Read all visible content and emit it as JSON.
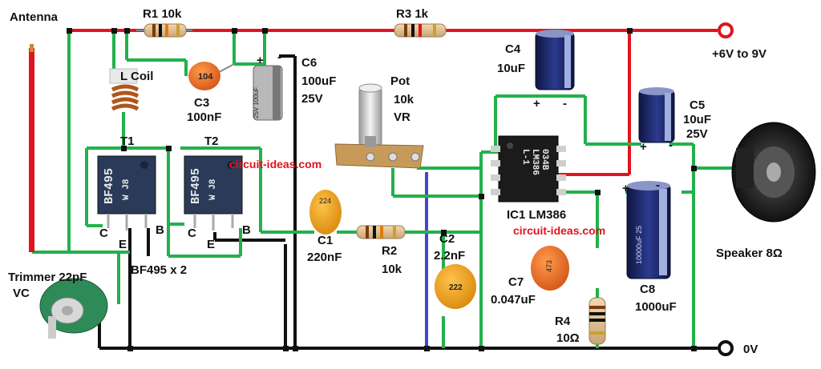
{
  "title": "",
  "labels": {
    "antenna": "Antenna",
    "r1": "R1 10k",
    "r3": "R3 1k",
    "supply": "+6V to 9V",
    "ground": "0V",
    "lcoil": "L Coil",
    "c3_name": "C3",
    "c3_value": "100nF",
    "c6_name": "C6",
    "c6_value": "100uF",
    "c6_voltage": "25V",
    "pot_name": "Pot",
    "pot_value": "10k",
    "pot_type": "VR",
    "c4_name": "C4",
    "c4_value": "10uF",
    "c5_name": "C5",
    "c5_value": "10uF",
    "c5_voltage": "25V",
    "t1": "T1",
    "t2": "T2",
    "pin_c": "C",
    "pin_e": "E",
    "pin_b": "B",
    "transistors": "BF495 x 2",
    "c1_name": "C1",
    "c1_value": "220nF",
    "r2_name": "R2",
    "r2_value": "10k",
    "c2_name": "C2",
    "c2_value": "2.2nF",
    "ic": "IC1 LM386",
    "speaker": "Speaker 8Ω",
    "c7_name": "C7",
    "c7_value": "0.047uF",
    "r4_name": "R4",
    "r4_value": "10Ω",
    "c8_name": "C8",
    "c8_value": "1000uF",
    "trimmer_name": "Trimmer 22pF",
    "trimmer_type": "VC",
    "plus": "+",
    "minus": "-"
  },
  "watermarks": [
    "circuit-ideas.com",
    "circuit-ideas.com"
  ],
  "component_markings": {
    "transistor_part": "BF495",
    "transistor_code": "W J8",
    "ic_marking_1": "034B",
    "ic_marking_2": "LM386",
    "ic_marking_3": "L-1",
    "c3_code": "104",
    "c1_code": "224",
    "c2_code": "222",
    "c7_code": "473"
  },
  "colors": {
    "positive_rail": "#e0141e",
    "ground_rail": "#111111",
    "signal_wire": "#22b14c",
    "audio_wire": "#3f48cc",
    "watermark": "#e0141e"
  }
}
